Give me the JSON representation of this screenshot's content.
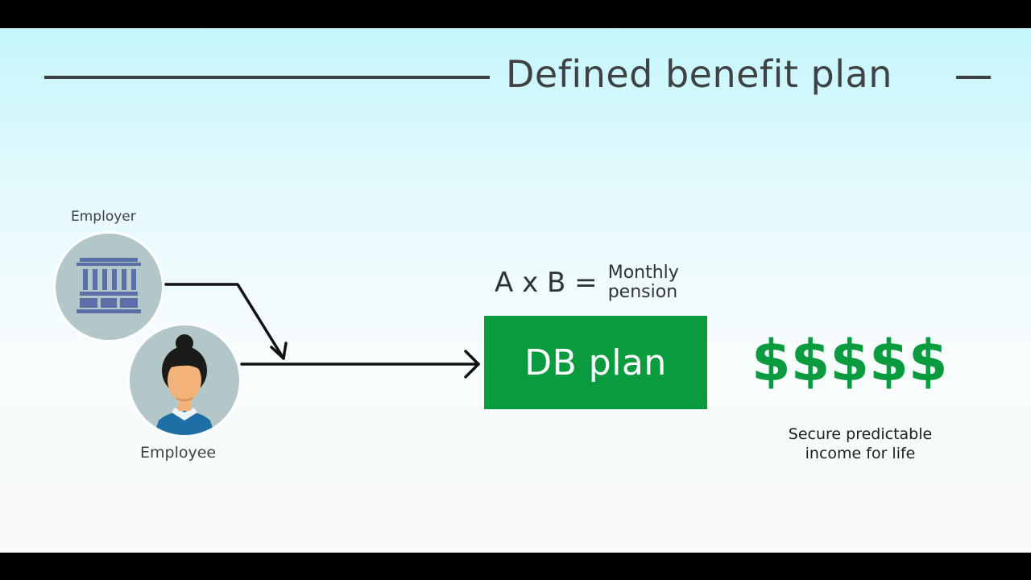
{
  "title": "Defined benefit plan",
  "employer": {
    "label": "Employer",
    "icon": "building-icon"
  },
  "employee": {
    "label": "Employee",
    "icon": "person-icon"
  },
  "formula": {
    "expression": "A x B =",
    "result_line1": "Monthly",
    "result_line2": "pension"
  },
  "plan_box": {
    "label": "DB plan",
    "color": "#0b9b3f"
  },
  "dollars": "$$$$$",
  "caption": {
    "line1": "Secure predictable",
    "line2": "income for life"
  },
  "colors": {
    "accent_green": "#0b9b3f",
    "text_dark": "#3e4244",
    "circle_bg": "#b3c6c8",
    "building_blue": "#5a6ea8"
  }
}
